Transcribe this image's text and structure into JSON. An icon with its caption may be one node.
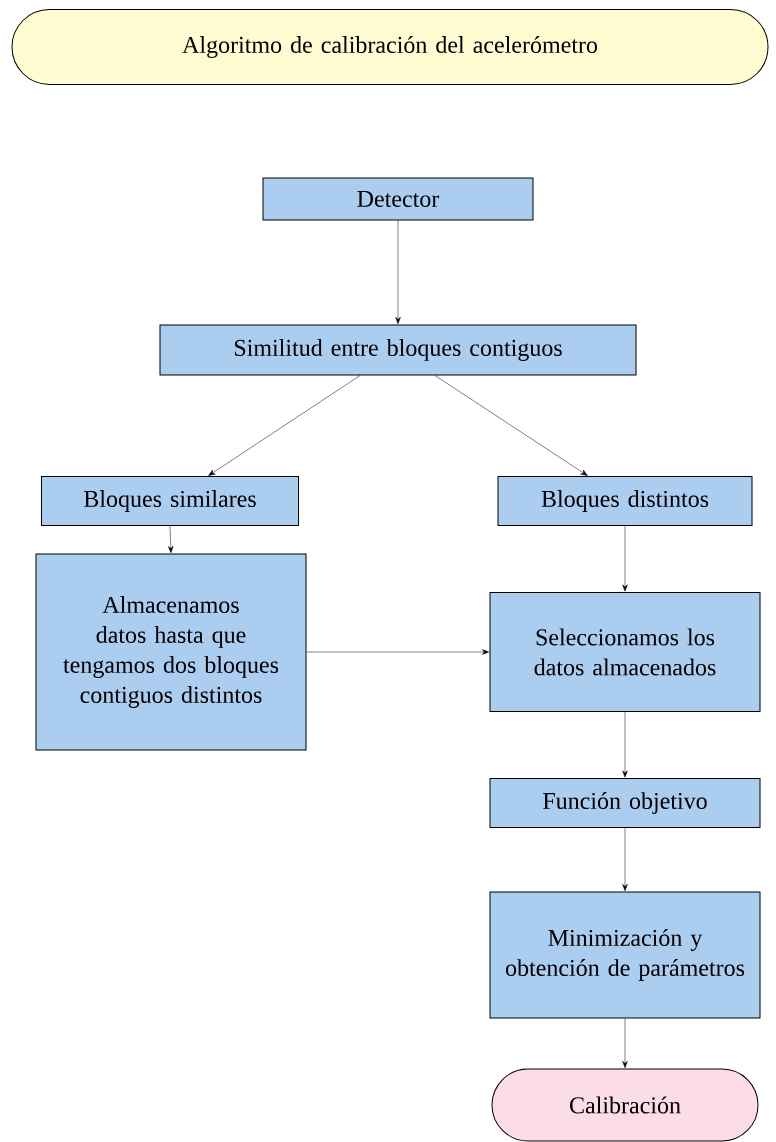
{
  "diagram": {
    "nodes": [
      {
        "text": [
          "Algoritmo de calibración del acelerómetro"
        ]
      },
      {
        "text": [
          "Detector"
        ]
      },
      {
        "text": [
          "Similitud entre bloques contiguos"
        ]
      },
      {
        "text": [
          "Bloques similares"
        ]
      },
      {
        "text": [
          "Bloques distintos"
        ]
      },
      {
        "text": [
          "Almacenamos datos hasta que tengamos dos bloques contiguos distintos"
        ]
      },
      {
        "text": [
          "Seleccionamos los datos almacenados"
        ]
      },
      {
        "text": [
          "Función objetivo"
        ]
      },
      {
        "text": [
          "Minimización y obtención de parámetros"
        ]
      },
      {
        "text": [
          "Calibración"
        ]
      }
    ],
    "edges": [
      {
        "from": 1,
        "to": 2,
        "arrow": "to"
      },
      {
        "from": 2,
        "to": 3,
        "arrow": "to"
      },
      {
        "from": 2,
        "to": 4,
        "arrow": "to"
      },
      {
        "from": 3,
        "to": 5,
        "arrow": "to"
      },
      {
        "from": 4,
        "to": 6,
        "arrow": "to"
      },
      {
        "from": 5,
        "to": 6,
        "arrow": "to"
      },
      {
        "from": 6,
        "to": 7,
        "arrow": "to"
      },
      {
        "from": 7,
        "to": 8,
        "arrow": "to"
      },
      {
        "from": 8,
        "to": 9,
        "arrow": "to"
      }
    ]
  }
}
